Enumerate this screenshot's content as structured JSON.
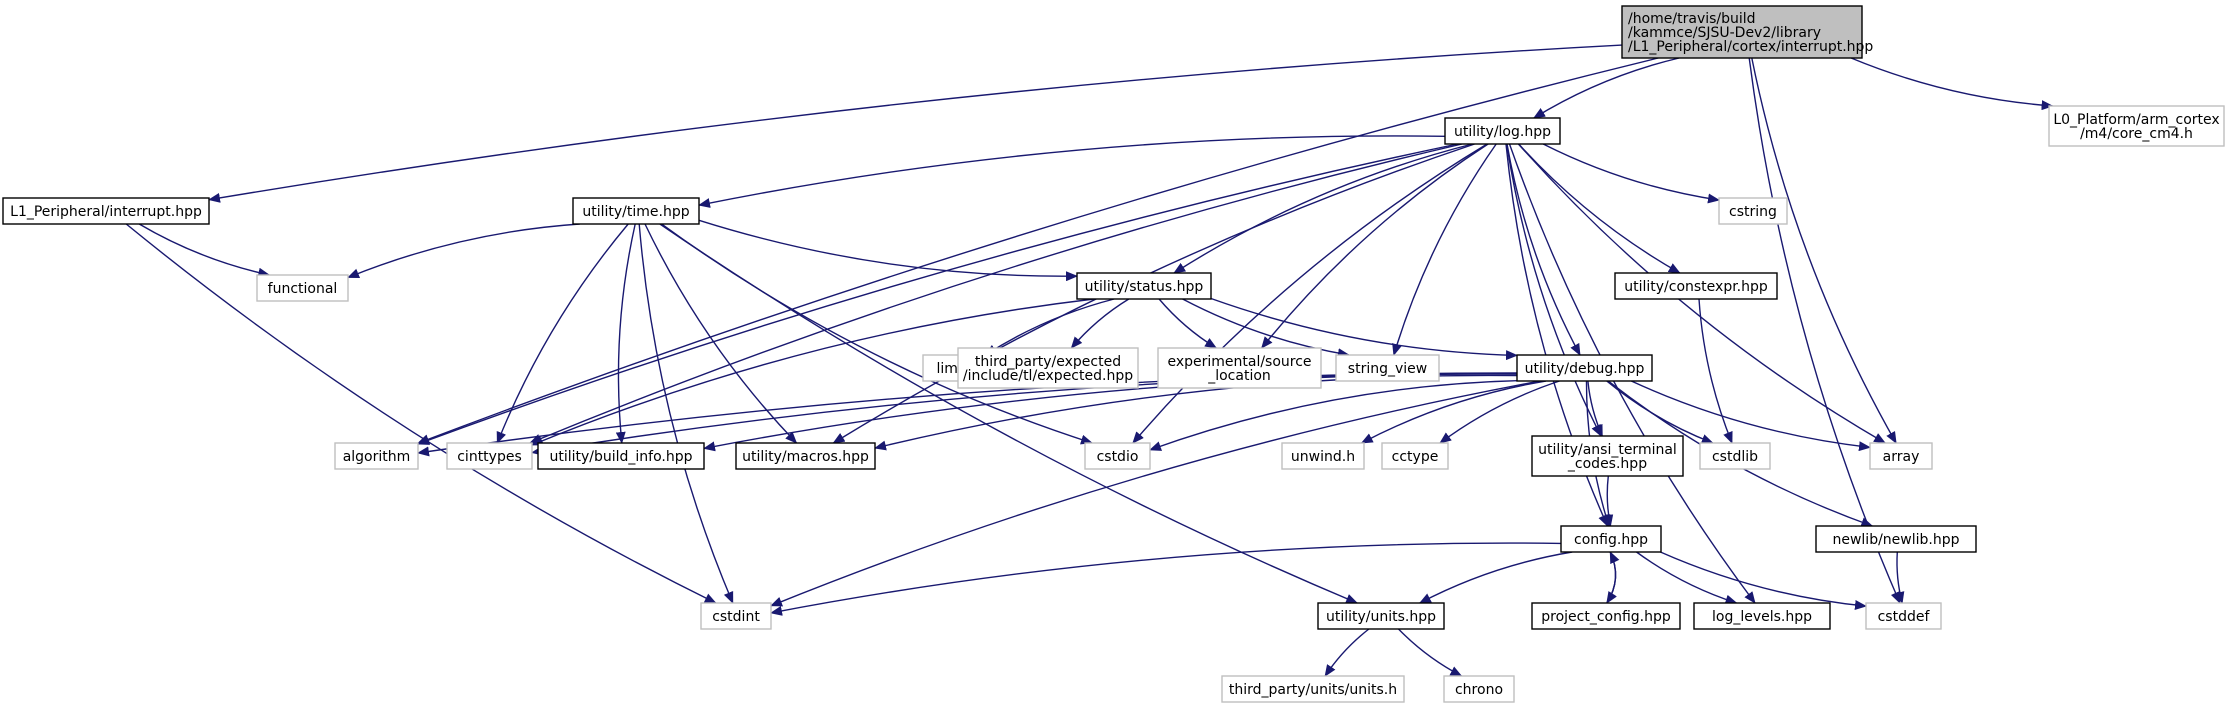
{
  "colors": {
    "edge": "#191970",
    "node_border_documented": "#000000",
    "node_border_external": "#bfbfbf",
    "node_fill": "#ffffff",
    "root_fill": "#bfbfbf"
  },
  "nodes": [
    {
      "id": "root",
      "lines": [
        "/home/travis/build",
        "/kammce/SJSU-Dev2/library",
        "/L1_Peripheral/cortex/interrupt.hpp"
      ],
      "kind": "root"
    },
    {
      "id": "l1_interrupt",
      "lines": [
        "L1_Peripheral/interrupt.hpp"
      ],
      "kind": "documented"
    },
    {
      "id": "log",
      "lines": [
        "utility/log.hpp"
      ],
      "kind": "documented"
    },
    {
      "id": "core_cm4",
      "lines": [
        "L0_Platform/arm_cortex",
        "/m4/core_cm4.h"
      ],
      "kind": "external"
    },
    {
      "id": "time",
      "lines": [
        "utility/time.hpp"
      ],
      "kind": "documented"
    },
    {
      "id": "functional",
      "lines": [
        "functional"
      ],
      "kind": "external"
    },
    {
      "id": "cstring",
      "lines": [
        "cstring"
      ],
      "kind": "external"
    },
    {
      "id": "status",
      "lines": [
        "utility/status.hpp"
      ],
      "kind": "documented"
    },
    {
      "id": "constexpr",
      "lines": [
        "utility/constexpr.hpp"
      ],
      "kind": "documented"
    },
    {
      "id": "limits",
      "lines": [
        "limits"
      ],
      "kind": "external"
    },
    {
      "id": "expected",
      "lines": [
        "third_party/expected",
        "/include/tl/expected.hpp"
      ],
      "kind": "external"
    },
    {
      "id": "source_location",
      "lines": [
        "experimental/source",
        "_location"
      ],
      "kind": "external"
    },
    {
      "id": "string_view",
      "lines": [
        "string_view"
      ],
      "kind": "external"
    },
    {
      "id": "debug",
      "lines": [
        "utility/debug.hpp"
      ],
      "kind": "documented"
    },
    {
      "id": "algorithm",
      "lines": [
        "algorithm"
      ],
      "kind": "external"
    },
    {
      "id": "cinttypes",
      "lines": [
        "cinttypes"
      ],
      "kind": "external"
    },
    {
      "id": "build_info",
      "lines": [
        "utility/build_info.hpp"
      ],
      "kind": "documented"
    },
    {
      "id": "macros",
      "lines": [
        "utility/macros.hpp"
      ],
      "kind": "documented"
    },
    {
      "id": "cstdio",
      "lines": [
        "cstdio"
      ],
      "kind": "external"
    },
    {
      "id": "unwind",
      "lines": [
        "unwind.h"
      ],
      "kind": "external"
    },
    {
      "id": "cctype",
      "lines": [
        "cctype"
      ],
      "kind": "external"
    },
    {
      "id": "ansi",
      "lines": [
        "utility/ansi_terminal",
        "_codes.hpp"
      ],
      "kind": "documented"
    },
    {
      "id": "cstdlib",
      "lines": [
        "cstdlib"
      ],
      "kind": "external"
    },
    {
      "id": "array",
      "lines": [
        "array"
      ],
      "kind": "external"
    },
    {
      "id": "config",
      "lines": [
        "config.hpp"
      ],
      "kind": "documented"
    },
    {
      "id": "newlib",
      "lines": [
        "newlib/newlib.hpp"
      ],
      "kind": "documented"
    },
    {
      "id": "cstdint",
      "lines": [
        "cstdint"
      ],
      "kind": "external"
    },
    {
      "id": "units",
      "lines": [
        "utility/units.hpp"
      ],
      "kind": "documented"
    },
    {
      "id": "project_config",
      "lines": [
        "project_config.hpp"
      ],
      "kind": "documented"
    },
    {
      "id": "log_levels",
      "lines": [
        "log_levels.hpp"
      ],
      "kind": "documented"
    },
    {
      "id": "cstddef",
      "lines": [
        "cstddef"
      ],
      "kind": "external"
    },
    {
      "id": "units_h",
      "lines": [
        "third_party/units/units.h"
      ],
      "kind": "external"
    },
    {
      "id": "chrono",
      "lines": [
        "chrono"
      ],
      "kind": "external"
    }
  ],
  "edges": [
    [
      "root",
      "l1_interrupt"
    ],
    [
      "root",
      "log"
    ],
    [
      "root",
      "core_cm4"
    ],
    [
      "root",
      "algorithm"
    ],
    [
      "root",
      "array"
    ],
    [
      "root",
      "cstddef"
    ],
    [
      "l1_interrupt",
      "functional"
    ],
    [
      "l1_interrupt",
      "cstdint"
    ],
    [
      "log",
      "time"
    ],
    [
      "log",
      "cstring"
    ],
    [
      "log",
      "status"
    ],
    [
      "log",
      "constexpr"
    ],
    [
      "log",
      "algorithm"
    ],
    [
      "log",
      "cinttypes"
    ],
    [
      "log",
      "macros"
    ],
    [
      "log",
      "source_location"
    ],
    [
      "log",
      "string_view"
    ],
    [
      "log",
      "debug"
    ],
    [
      "log",
      "cstdio"
    ],
    [
      "log",
      "ansi"
    ],
    [
      "log",
      "config"
    ],
    [
      "log",
      "log_levels"
    ],
    [
      "log",
      "array"
    ],
    [
      "time",
      "functional"
    ],
    [
      "time",
      "status"
    ],
    [
      "time",
      "cinttypes"
    ],
    [
      "time",
      "build_info"
    ],
    [
      "time",
      "macros"
    ],
    [
      "time",
      "cstdio"
    ],
    [
      "time",
      "units"
    ],
    [
      "time",
      "cstdint"
    ],
    [
      "status",
      "limits"
    ],
    [
      "status",
      "expected"
    ],
    [
      "status",
      "source_location"
    ],
    [
      "status",
      "string_view"
    ],
    [
      "status",
      "debug"
    ],
    [
      "status",
      "cinttypes"
    ],
    [
      "constexpr",
      "cstdlib"
    ],
    [
      "debug",
      "algorithm"
    ],
    [
      "debug",
      "cinttypes"
    ],
    [
      "debug",
      "build_info"
    ],
    [
      "debug",
      "macros"
    ],
    [
      "debug",
      "cstdio"
    ],
    [
      "debug",
      "unwind"
    ],
    [
      "debug",
      "cctype"
    ],
    [
      "debug",
      "ansi"
    ],
    [
      "debug",
      "cstdlib"
    ],
    [
      "debug",
      "array"
    ],
    [
      "debug",
      "config"
    ],
    [
      "debug",
      "newlib"
    ],
    [
      "debug",
      "cstdint"
    ],
    [
      "ansi",
      "config"
    ],
    [
      "config",
      "cstdint"
    ],
    [
      "config",
      "units"
    ],
    [
      "config",
      "project_config"
    ],
    [
      "config",
      "log_levels"
    ],
    [
      "config",
      "cstddef"
    ],
    [
      "project_config",
      "config"
    ],
    [
      "newlib",
      "cstddef"
    ],
    [
      "units",
      "units_h"
    ],
    [
      "units",
      "chrono"
    ]
  ]
}
